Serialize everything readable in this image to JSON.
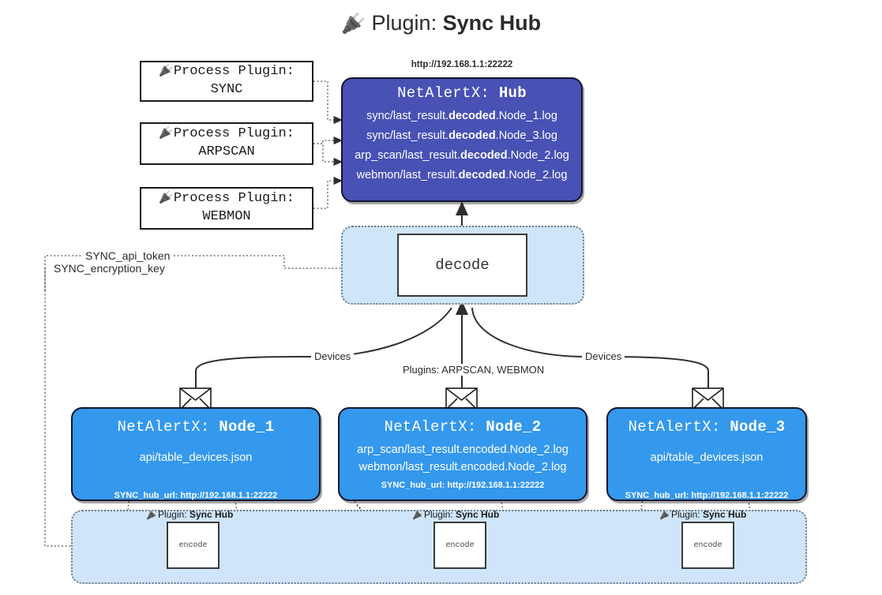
{
  "title": {
    "icon": "plug-icon",
    "prefix": "Plugin:",
    "name": "Sync Hub"
  },
  "process_plugins": [
    {
      "icon": "plug-icon",
      "line1": "Process Plugin:",
      "line2": "SYNC"
    },
    {
      "icon": "plug-icon",
      "line1": "Process Plugin:",
      "line2": "ARPSCAN"
    },
    {
      "icon": "plug-icon",
      "line1": "Process Plugin:",
      "line2": "WEBMON"
    }
  ],
  "hub": {
    "url": "http://192.168.1.1:22222",
    "title_prefix": "NetAlertX:",
    "title_name": "Hub",
    "files": [
      {
        "pre": "sync/last_result.",
        "mid": "decoded",
        "post": ".Node_1.log"
      },
      {
        "pre": "sync/last_result.",
        "mid": "decoded",
        "post": ".Node_3.log"
      },
      {
        "pre": "arp_scan/last_result.",
        "mid": "decoded",
        "post": ".Node_2.log"
      },
      {
        "pre": "webmon/last_result.",
        "mid": "decoded",
        "post": ".Node_2.log"
      }
    ]
  },
  "decode": {
    "label": "decode"
  },
  "secrets": [
    {
      "label": "SYNC_api_token"
    },
    {
      "label": "SYNC_encryption_key"
    }
  ],
  "edge_labels": {
    "devices_left": "Devices",
    "devices_right": "Devices",
    "plugins_center": "Plugins: ARPSCAN, WEBMON"
  },
  "nodes": [
    {
      "title_prefix": "NetAlertX:",
      "title_name": "Node_1",
      "rows": [
        "api/table_devices.json"
      ],
      "hub_url_label": "SYNC_hub_url: http://192.168.1.1:22222",
      "envelope_icon": "envelope-icon"
    },
    {
      "title_prefix": "NetAlertX:",
      "title_name": "Node_2",
      "rows": [
        "arp_scan/last_result.encoded.Node_2.log",
        "webmon/last_result.encoded.Node_2.log"
      ],
      "hub_url_label": "SYNC_hub_url: http://192.168.1.1:22222",
      "envelope_icon": "envelope-icon"
    },
    {
      "title_prefix": "NetAlertX:",
      "title_name": "Node_3",
      "rows": [
        "api/table_devices.json"
      ],
      "hub_url_label": "SYNC_hub_url: http://192.168.1.1:22222",
      "envelope_icon": "envelope-icon"
    }
  ],
  "encoders": [
    {
      "plugin_prefix": "Plugin:",
      "plugin_name": "Sync Hub",
      "label": "encode",
      "icon": "plug-icon"
    },
    {
      "plugin_prefix": "Plugin:",
      "plugin_name": "Sync Hub",
      "label": "encode",
      "icon": "plug-icon"
    },
    {
      "plugin_prefix": "Plugin:",
      "plugin_name": "Sync Hub",
      "label": "encode",
      "icon": "plug-icon"
    }
  ],
  "colors": {
    "hub": "#4851b4",
    "node": "#3498ec",
    "container": "#cfe5f9",
    "stroke": "#3a3a3a",
    "page_bg": "#ffffff"
  }
}
